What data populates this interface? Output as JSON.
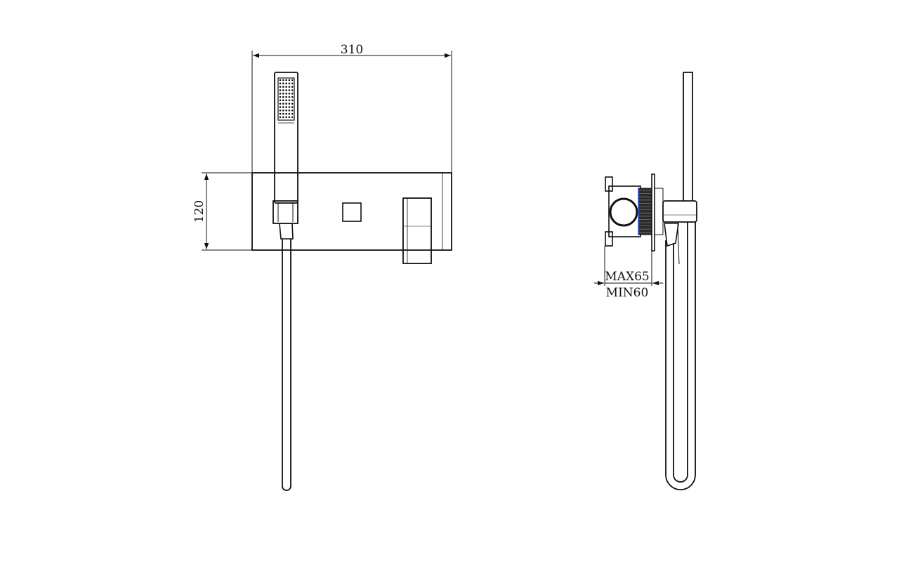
{
  "dimensions": {
    "width_label": "310",
    "height_label": "120",
    "max_depth_label": "MAX65",
    "min_depth_label": "MIN60"
  },
  "colors": {
    "line": "#111111",
    "background": "#ffffff",
    "accent": "#3355cc"
  }
}
